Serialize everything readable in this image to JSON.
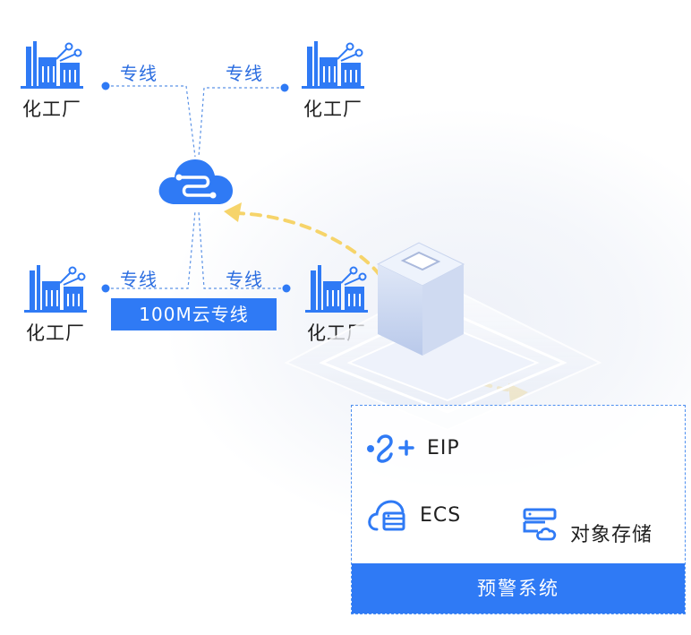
{
  "factories": [
    {
      "label": "化工厂"
    },
    {
      "label": "化工厂"
    },
    {
      "label": "化工厂"
    },
    {
      "label": "化工厂"
    }
  ],
  "line_labels": [
    "专线",
    "专线",
    "专线",
    "专线"
  ],
  "banner": "100M云专线",
  "system": {
    "items": [
      {
        "label": "EIP",
        "icon": "eip-icon"
      },
      {
        "label": "ECS",
        "icon": "ecs-icon"
      },
      {
        "label": "对象存储",
        "icon": "object-storage-icon"
      }
    ],
    "footer": "预警系统"
  },
  "colors": {
    "accent": "#2f7af5",
    "arrow": "#f6d46a",
    "text": "#1f1f1f"
  }
}
